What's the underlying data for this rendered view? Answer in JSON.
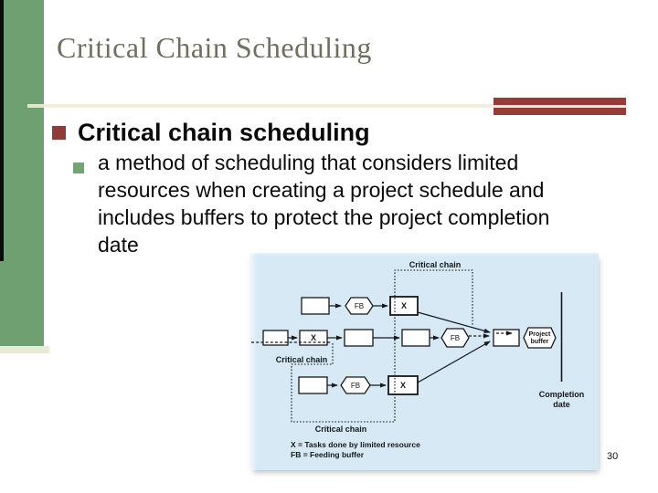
{
  "slide": {
    "title": "Critical Chain Scheduling",
    "page_number": "30",
    "bullet": {
      "label": "Critical chain scheduling"
    },
    "sub_bullet": {
      "line1": "a method of scheduling that considers limited",
      "line2": "resources when creating a project schedule and",
      "line3": "includes buffers to protect the project completion",
      "line4": "date"
    }
  },
  "diagram": {
    "labels": {
      "critical_chain": "Critical chain",
      "fb": "FB",
      "x": "X",
      "project_buffer_line1": "Project",
      "project_buffer_line2": "buffer",
      "completion_line1": "Completion",
      "completion_line2": "date",
      "legend_line1": "X = Tasks done by limited resource",
      "legend_line2": "FB = Feeding buffer"
    },
    "colors": {
      "panel_bg": "#d6e9f5",
      "line": "#15181d"
    }
  },
  "theme": {
    "accent_maroon": "#963b38",
    "bullet_maroon": "#8e3c3a",
    "accent_green": "#6fa072",
    "sub_bullet_green": "#74a476",
    "divider_cream": "#eae8d6",
    "title_color": "#6f6f60"
  }
}
